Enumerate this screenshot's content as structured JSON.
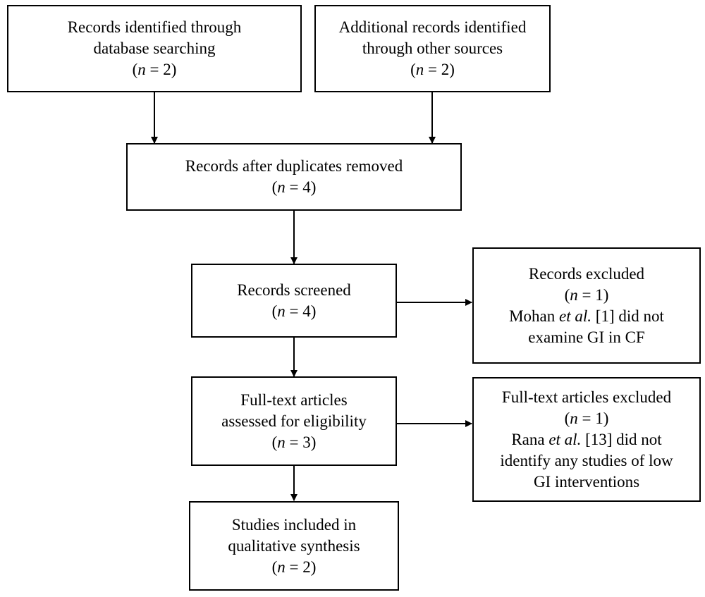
{
  "flow": {
    "identified_db": {
      "lines": [
        "Records identified through",
        "database searching"
      ],
      "n": "2"
    },
    "identified_other": {
      "lines": [
        "Additional records identified",
        "through other sources"
      ],
      "n": "2"
    },
    "after_duplicates": {
      "lines": [
        "Records after duplicates removed"
      ],
      "n": "4"
    },
    "screened": {
      "lines": [
        "Records screened"
      ],
      "n": "4"
    },
    "excluded_records": {
      "title": "Records excluded",
      "n": "1",
      "note_author": "Mohan",
      "note_etal": "et al.",
      "note_rest": "[1] did not",
      "note_line2": "examine GI in CF"
    },
    "fulltext": {
      "lines": [
        "Full-text articles",
        "assessed for eligibility"
      ],
      "n": "3"
    },
    "excluded_fulltext": {
      "title": "Full-text articles excluded",
      "n": "1",
      "note_author": "Rana",
      "note_etal": "et al.",
      "note_rest": "[13] did not",
      "note_line2": "identify any studies of low",
      "note_line3": "GI interventions"
    },
    "included": {
      "lines": [
        "Studies included in",
        "qualitative synthesis"
      ],
      "n": "2"
    }
  },
  "n_prefix": "n",
  "n_equals": " = "
}
